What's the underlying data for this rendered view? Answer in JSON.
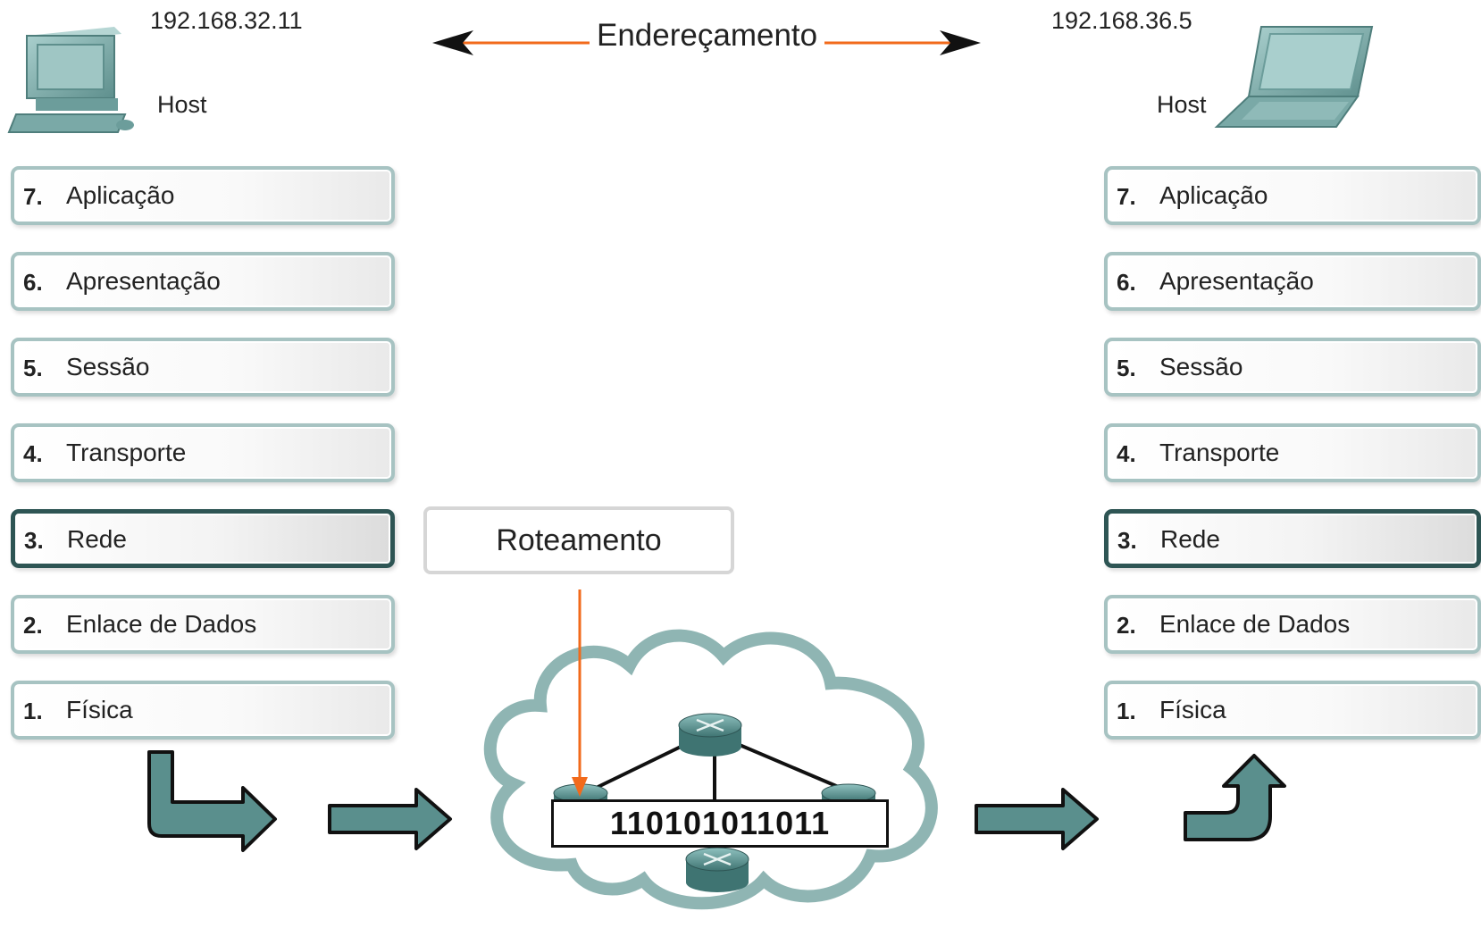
{
  "left_host": {
    "ip": "192.168.32.11",
    "label": "Host",
    "device_icon": "desktop-computer-icon"
  },
  "right_host": {
    "ip": "192.168.36.5",
    "label": "Host",
    "device_icon": "laptop-icon"
  },
  "addressing_label": "Endereçamento",
  "routing_label": "Roteamento",
  "bits": "110101011011",
  "left_layers": [
    {
      "num": "7.",
      "name": "Aplicação",
      "active": false
    },
    {
      "num": "6.",
      "name": "Apresentação",
      "active": false
    },
    {
      "num": "5.",
      "name": "Sessão",
      "active": false
    },
    {
      "num": "4.",
      "name": "Transporte",
      "active": false
    },
    {
      "num": "3.",
      "name": "Rede",
      "active": true
    },
    {
      "num": "2.",
      "name": "Enlace de Dados",
      "active": false
    },
    {
      "num": "1.",
      "name": "Física",
      "active": false
    }
  ],
  "right_layers": [
    {
      "num": "7.",
      "name": "Aplicação",
      "active": false
    },
    {
      "num": "6.",
      "name": "Apresentação",
      "active": false
    },
    {
      "num": "5.",
      "name": "Sessão",
      "active": false
    },
    {
      "num": "4.",
      "name": "Transporte",
      "active": false
    },
    {
      "num": "3.",
      "name": "Rede",
      "active": true
    },
    {
      "num": "2.",
      "name": "Enlace de Dados",
      "active": false
    },
    {
      "num": "1.",
      "name": "Física",
      "active": false
    }
  ],
  "colors": {
    "accent_orange": "#f26a1b",
    "teal_dark": "#2e5554",
    "teal_mid": "#5a8f8d",
    "teal_light": "#a7c3c2",
    "cloud_border": "#8fb5b3"
  }
}
